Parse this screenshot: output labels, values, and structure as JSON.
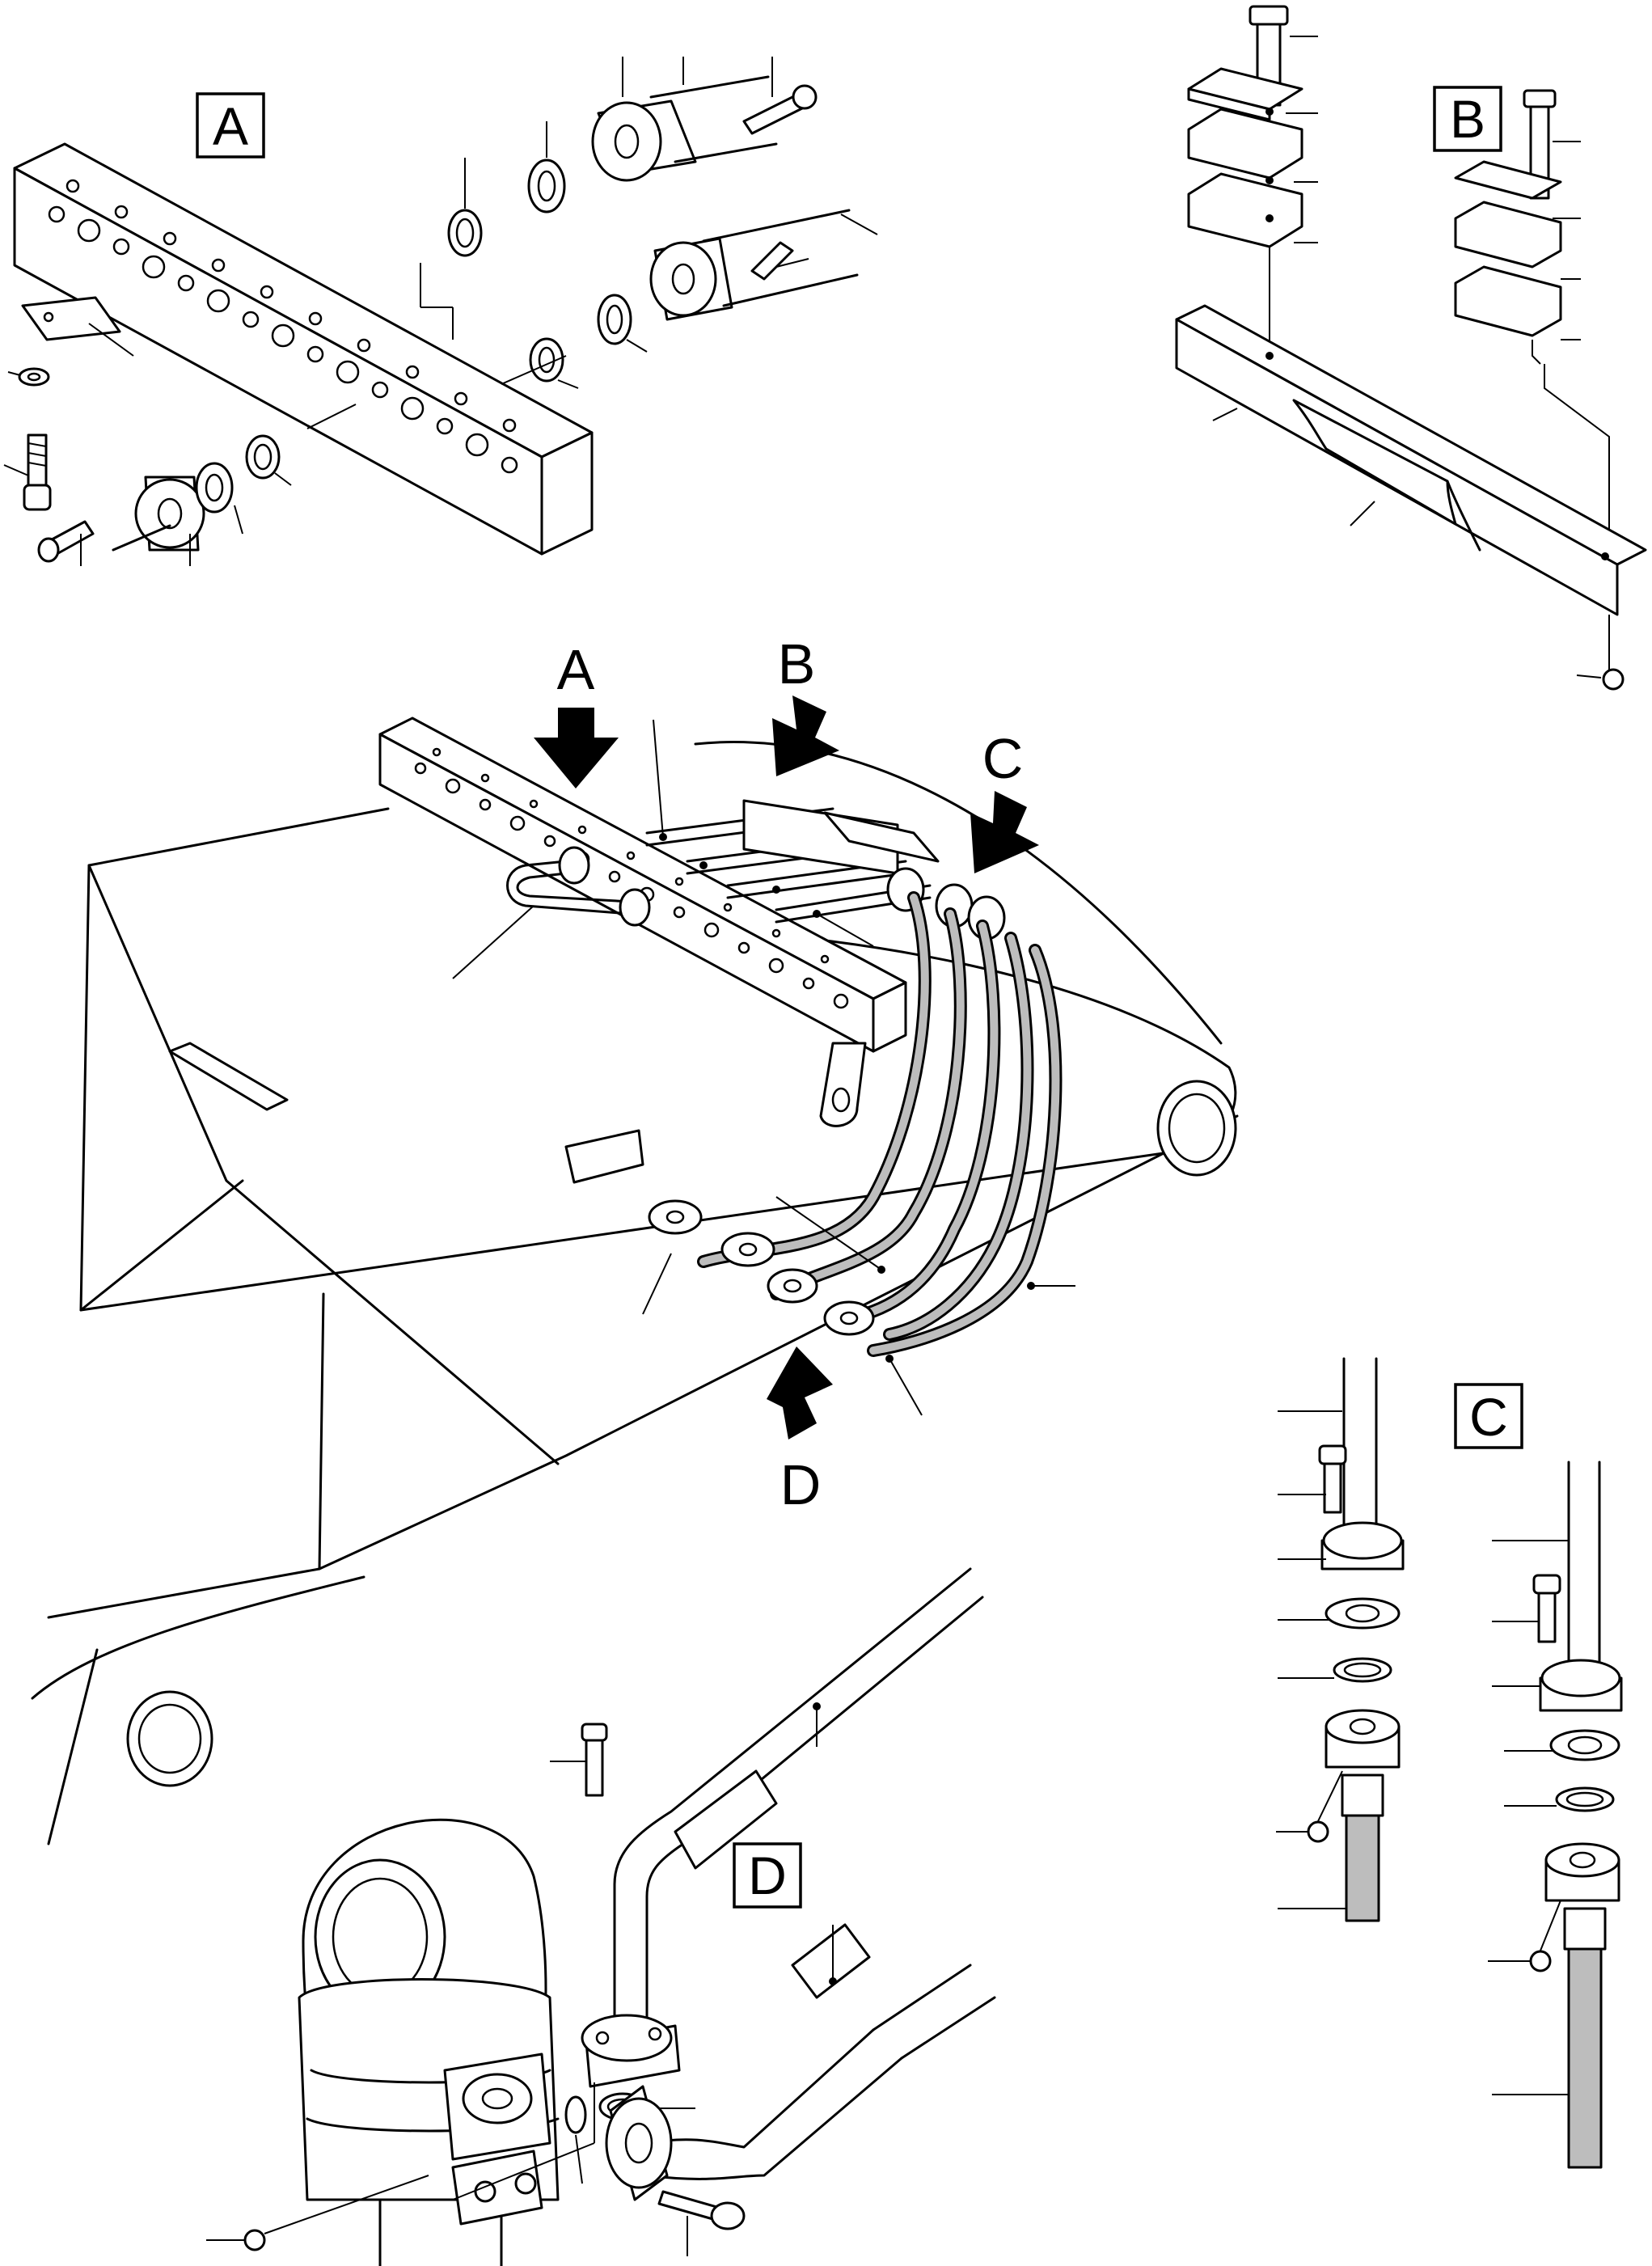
{
  "figure": {
    "type": "exploded-assembly-drawing",
    "detail_views": [
      {
        "id": "A",
        "label": "A"
      },
      {
        "id": "B",
        "label": "B"
      },
      {
        "id": "C",
        "label": "C"
      },
      {
        "id": "D",
        "label": "D"
      }
    ],
    "view_arrows": [
      {
        "id": "A",
        "label": "A"
      },
      {
        "id": "B",
        "label": "B"
      },
      {
        "id": "C",
        "label": "C"
      },
      {
        "id": "D",
        "label": "D"
      }
    ],
    "line_color": "#000000",
    "hose_fill_color": "#bdbdbd",
    "background": "#ffffff"
  }
}
